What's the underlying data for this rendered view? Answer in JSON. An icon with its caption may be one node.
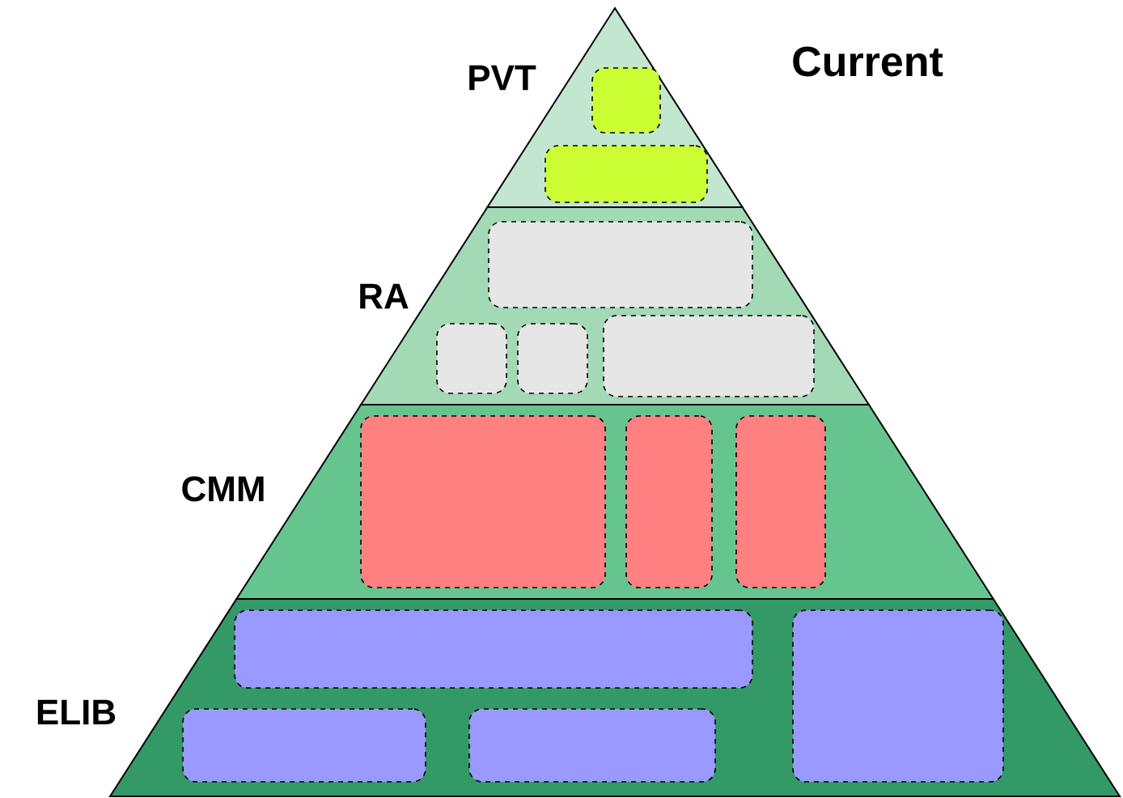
{
  "diagram": {
    "title": "Current",
    "nodes": [
      {
        "text": [
          "PVT"
        ]
      },
      {
        "text": [],
        "shape": "box",
        "in": 0
      },
      {
        "text": [],
        "shape": "box",
        "in": 0
      },
      {
        "text": [
          "RA"
        ]
      },
      {
        "text": [],
        "shape": "box",
        "in": 3
      },
      {
        "text": [],
        "shape": "box",
        "in": 3
      },
      {
        "text": [],
        "shape": "box",
        "in": 3
      },
      {
        "text": [],
        "shape": "box",
        "in": 3
      },
      {
        "text": [
          "CMM"
        ]
      },
      {
        "text": [],
        "shape": "box",
        "in": 8
      },
      {
        "text": [],
        "shape": "box",
        "in": 8
      },
      {
        "text": [],
        "shape": "box",
        "in": 8
      },
      {
        "text": [
          "ELIB"
        ]
      },
      {
        "text": [],
        "shape": "box",
        "in": 12
      },
      {
        "text": [],
        "shape": "box",
        "in": 12
      },
      {
        "text": [],
        "shape": "box",
        "in": 12
      },
      {
        "text": [],
        "shape": "box",
        "in": 12
      }
    ]
  }
}
